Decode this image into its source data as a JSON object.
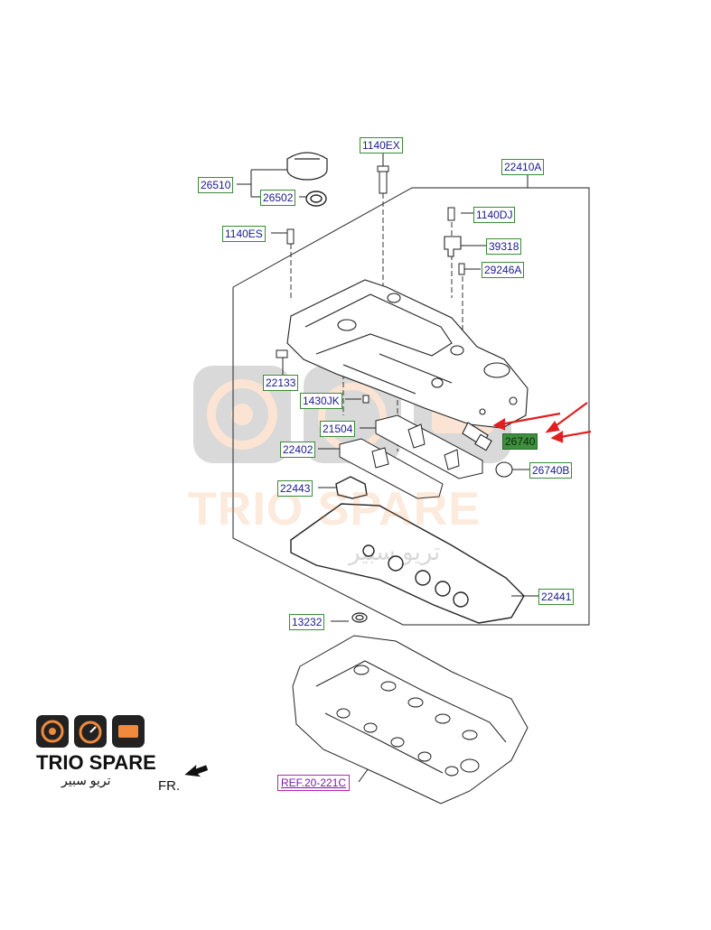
{
  "labels": {
    "l_26510": "26510",
    "l_26502": "26502",
    "l_1140ex": "1140EX",
    "l_22410a": "22410A",
    "l_1140dj": "1140DJ",
    "l_1140es": "1140ES",
    "l_39318": "39318",
    "l_29246a": "29246A",
    "l_22133": "22133",
    "l_1430jk": "1430JK",
    "l_21504": "21504",
    "l_26740": "26740",
    "l_22402": "22402",
    "l_26740b": "26740B",
    "l_22443": "22443",
    "l_22441": "22441",
    "l_13232": "13232"
  },
  "ref_label": "REF.20-221C",
  "front_label": "FR.",
  "watermark": {
    "text": "TRIO SPARE",
    "arabic": "تريو سبير"
  },
  "brand": {
    "name": "TRIO SPARE",
    "arabic": "تريو سبير"
  },
  "colors": {
    "label_border": "#3a8a3a",
    "label_text": "#1a1a8c",
    "highlight_fill": "#3f8f3f",
    "arrow_red": "#e02020",
    "ref_purple": "#7a1aa8",
    "brand_orange": "#f08a3c"
  }
}
